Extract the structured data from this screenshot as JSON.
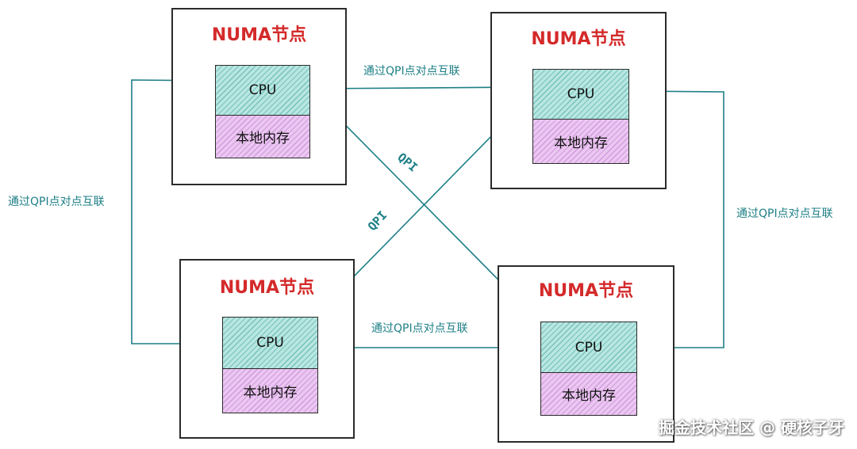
{
  "nodes": [
    {
      "title": "NUMA节点",
      "cpu": "CPU",
      "memory": "本地内存"
    },
    {
      "title": "NUMA节点",
      "cpu": "CPU",
      "memory": "本地内存"
    },
    {
      "title": "NUMA节点",
      "cpu": "CPU",
      "memory": "本地内存"
    },
    {
      "title": "NUMA节点",
      "cpu": "CPU",
      "memory": "本地内存"
    }
  ],
  "links": {
    "top": "通过QPI点对点互联",
    "left": "通过QPI点对点互联",
    "right": "通过QPI点对点互联",
    "bottom": "通过QPI点对点互联",
    "diag_a": "QPI",
    "diag_b": "QPI"
  },
  "watermark": "掘金技术社区 @ 硬核子牙",
  "colors": {
    "title": "#d42a2a",
    "link": "#1d7f86",
    "cpu_fill": "#b8e6e1",
    "memory_fill": "#ebc7f1"
  }
}
